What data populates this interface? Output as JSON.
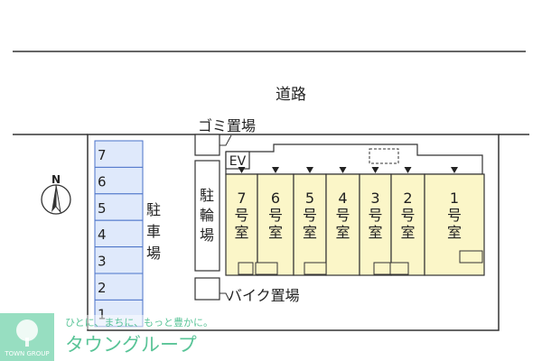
{
  "site_plan": {
    "road_label": "道路",
    "garbage_label": "ゴミ置場",
    "elevator_label": "EV",
    "bicycle_parking_label": "駐輪場",
    "car_parking_label": "駐車場",
    "bike_parking_label": "バイク置場",
    "north_label": "N",
    "parking_spaces": [
      "7",
      "6",
      "5",
      "4",
      "3",
      "2",
      "1"
    ],
    "units": [
      {
        "number": "7",
        "suffix": "号室"
      },
      {
        "number": "6",
        "suffix": "号室"
      },
      {
        "number": "5",
        "suffix": "号室"
      },
      {
        "number": "4",
        "suffix": "号室"
      },
      {
        "number": "3",
        "suffix": "号室"
      },
      {
        "number": "2",
        "suffix": "号室"
      },
      {
        "number": "1",
        "suffix": "号室"
      }
    ]
  },
  "watermark": {
    "logo_text": "TOWN GROUP",
    "tagline": "ひとに、まちに、もっと豊かに。",
    "brand_name": "タウングループ"
  },
  "colors": {
    "unit_fill": "#fbf6c8",
    "parking_fill": "#dfe9fb",
    "parking_stroke": "#4a72c8",
    "brand_green": "#3db98a"
  }
}
